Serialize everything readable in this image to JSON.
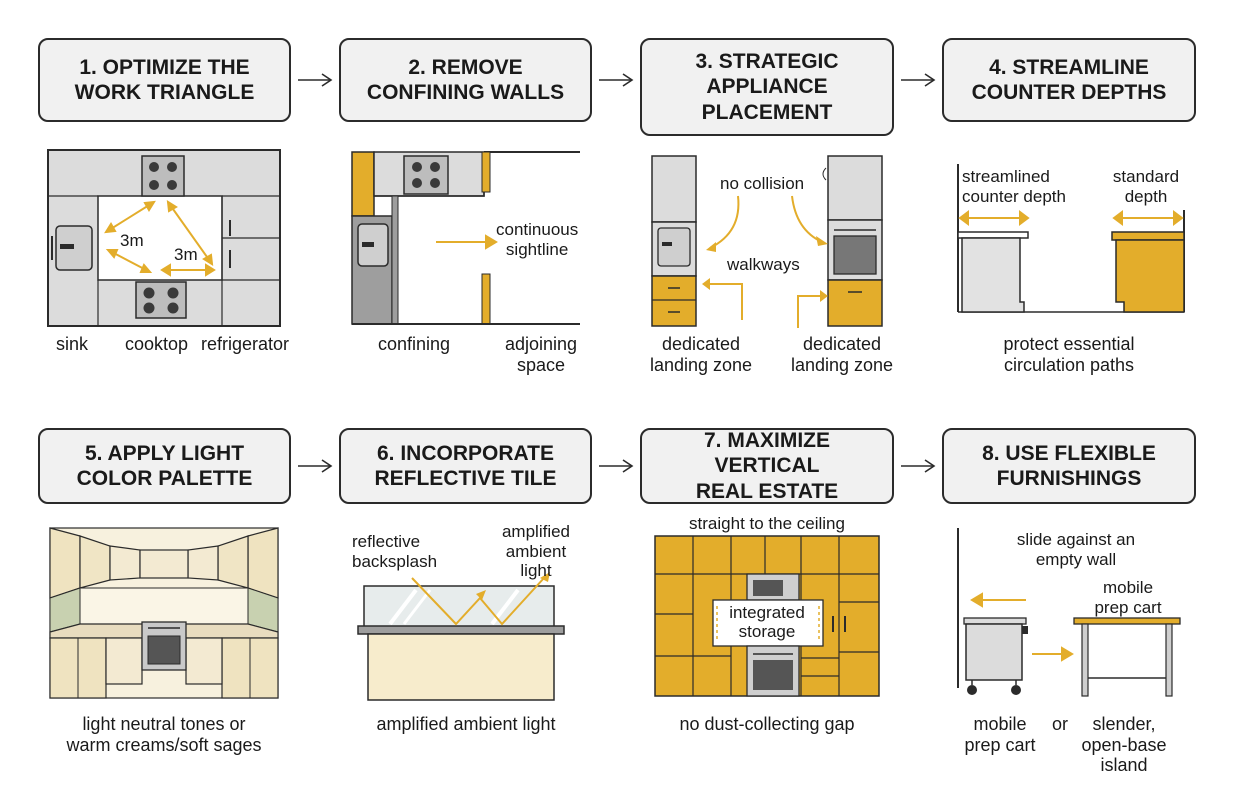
{
  "steps": [
    {
      "id": 1,
      "title_lines": [
        "1. OPTIMIZE THE",
        "WORK TRIANGLE"
      ]
    },
    {
      "id": 2,
      "title_lines": [
        "2. REMOVE",
        "CONFINING WALLS"
      ]
    },
    {
      "id": 3,
      "title_lines": [
        "3. STRATEGIC",
        "APPLIANCE",
        "PLACEMENT"
      ]
    },
    {
      "id": 4,
      "title_lines": [
        "4. STREAMLINE",
        "COUNTER DEPTHS"
      ]
    },
    {
      "id": 5,
      "title_lines": [
        "5. APPLY LIGHT",
        "COLOR PALETTE"
      ]
    },
    {
      "id": 6,
      "title_lines": [
        "6. INCORPORATE",
        "REFLECTIVE TILE"
      ]
    },
    {
      "id": 7,
      "title_lines": [
        "7. MAXIMIZE VERTICAL",
        "REAL ESTATE"
      ]
    },
    {
      "id": 8,
      "title_lines": [
        "8. USE FLEXIBLE",
        "FURNISHINGS"
      ]
    }
  ],
  "panel1": {
    "dist_a": "3m",
    "dist_b": "3m",
    "sink": "sink",
    "cooktop": "cooktop",
    "refrigerator": "refrigerator"
  },
  "panel2": {
    "sightline": [
      "continuous",
      "sightline"
    ],
    "confining": "confining",
    "adjoining": [
      "adjoining",
      "space"
    ]
  },
  "panel3": {
    "no_collision": "no collision",
    "walkways": "walkways",
    "landing_left": [
      "dedicated",
      "landing zone"
    ],
    "landing_right": [
      "dedicated",
      "landing zone"
    ]
  },
  "panel4": {
    "streamlined": [
      "streamlined",
      "counter depth"
    ],
    "standard": [
      "standard",
      "depth"
    ],
    "caption": [
      "protect essential",
      "circulation paths"
    ]
  },
  "panel5": {
    "caption": [
      "light neutral tones or",
      "warm creams/soft sages"
    ]
  },
  "panel6": {
    "backsplash": [
      "reflective",
      "backsplash"
    ],
    "ambient": [
      "amplified",
      "ambient",
      "light"
    ],
    "caption": "amplified ambient light"
  },
  "panel7": {
    "ceiling": "straight to the ceiling",
    "storage": [
      "integrated",
      "storage"
    ],
    "caption": "no dust-collecting gap"
  },
  "panel8": {
    "wall": [
      "slide against an",
      "empty wall"
    ],
    "cart_top": [
      "mobile",
      "prep cart"
    ],
    "cart_bottom": [
      "mobile",
      "prep cart"
    ],
    "or": "or",
    "island": [
      "slender,",
      "open-base",
      "island"
    ]
  },
  "colors": {
    "accent": "#e3ad2b",
    "gray_fill": "#dcdcdc",
    "dark_gray": "#9e9e9e",
    "cream": "#f3ead2",
    "sage": "#c8d1b0",
    "stroke": "#2b2b2b"
  }
}
